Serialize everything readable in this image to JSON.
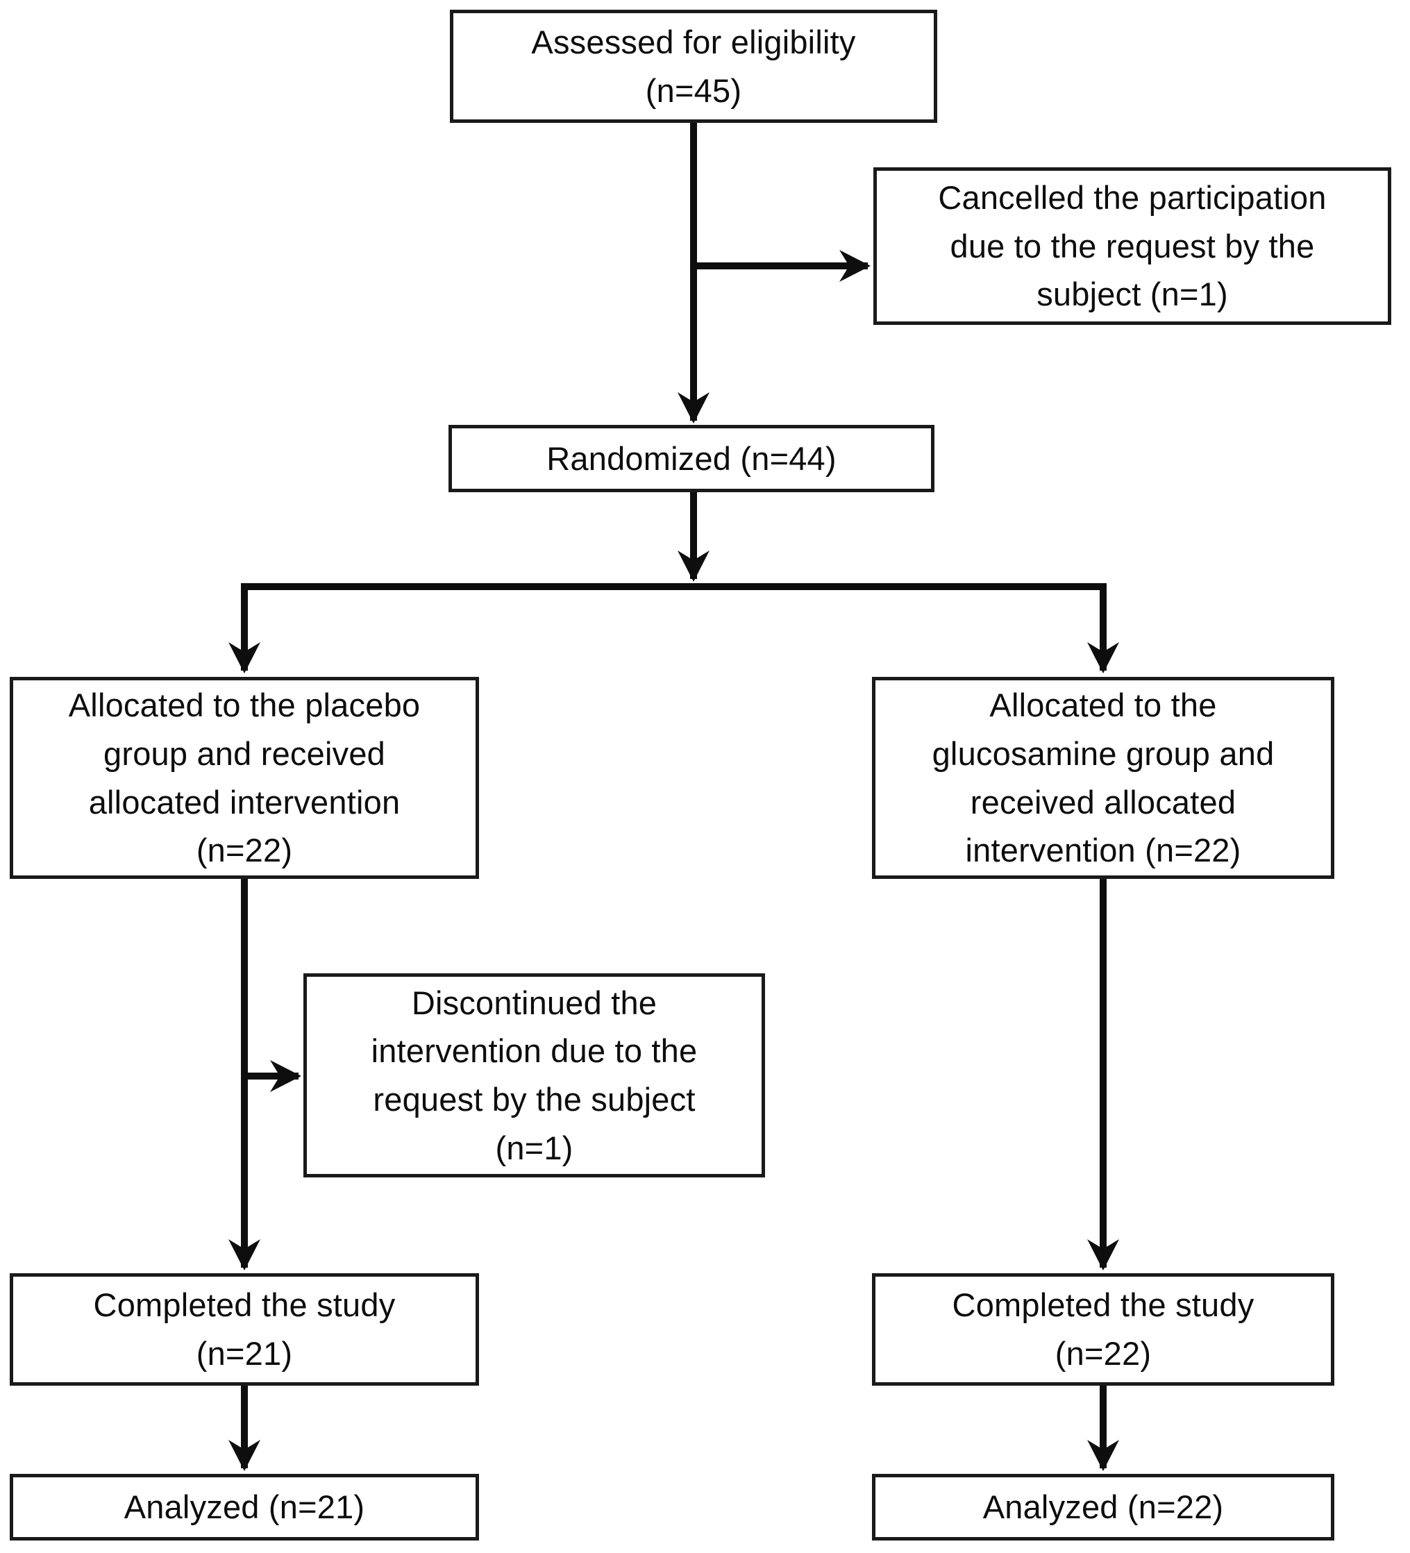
{
  "diagram": {
    "type": "participant-flow-chart",
    "colors": {
      "line": "#0e0e0e",
      "box_border": "#1a1a1a",
      "text": "#0d0d0d",
      "background": "#ffffff"
    },
    "nodes": {
      "assessed": {
        "label": "Assessed for eligibility\n(n=45)",
        "n": 45
      },
      "cancelled": {
        "label": "Cancelled the participation\ndue to the request by the\nsubject (n=1)",
        "n": 1
      },
      "randomized": {
        "label": "Randomized (n=44)",
        "n": 44
      },
      "placebo": {
        "label": "Allocated to the placebo\ngroup and received\nallocated intervention\n(n=22)",
        "n": 22
      },
      "glucosamine": {
        "label": "Allocated to the\nglucosamine group and\nreceived allocated\nintervention (n=22)",
        "n": 22
      },
      "discontinued": {
        "label": "Discontinued the\nintervention due to the\nrequest by the subject\n(n=1)",
        "n": 1
      },
      "completed_placebo": {
        "label": "Completed the study\n(n=21)",
        "n": 21
      },
      "completed_glucosamine": {
        "label": "Completed the study\n(n=22)",
        "n": 22
      },
      "analyzed_placebo": {
        "label": "Analyzed (n=21)",
        "n": 21
      },
      "analyzed_glucosamine": {
        "label": "Analyzed (n=22)",
        "n": 22
      }
    },
    "edges": [
      {
        "from": "assessed",
        "to": "randomized"
      },
      {
        "from": "assessed",
        "to": "cancelled"
      },
      {
        "from": "randomized",
        "to": "placebo"
      },
      {
        "from": "randomized",
        "to": "glucosamine"
      },
      {
        "from": "placebo",
        "to": "discontinued"
      },
      {
        "from": "placebo",
        "to": "completed_placebo"
      },
      {
        "from": "glucosamine",
        "to": "completed_glucosamine"
      },
      {
        "from": "completed_placebo",
        "to": "analyzed_placebo"
      },
      {
        "from": "completed_glucosamine",
        "to": "analyzed_glucosamine"
      }
    ]
  }
}
